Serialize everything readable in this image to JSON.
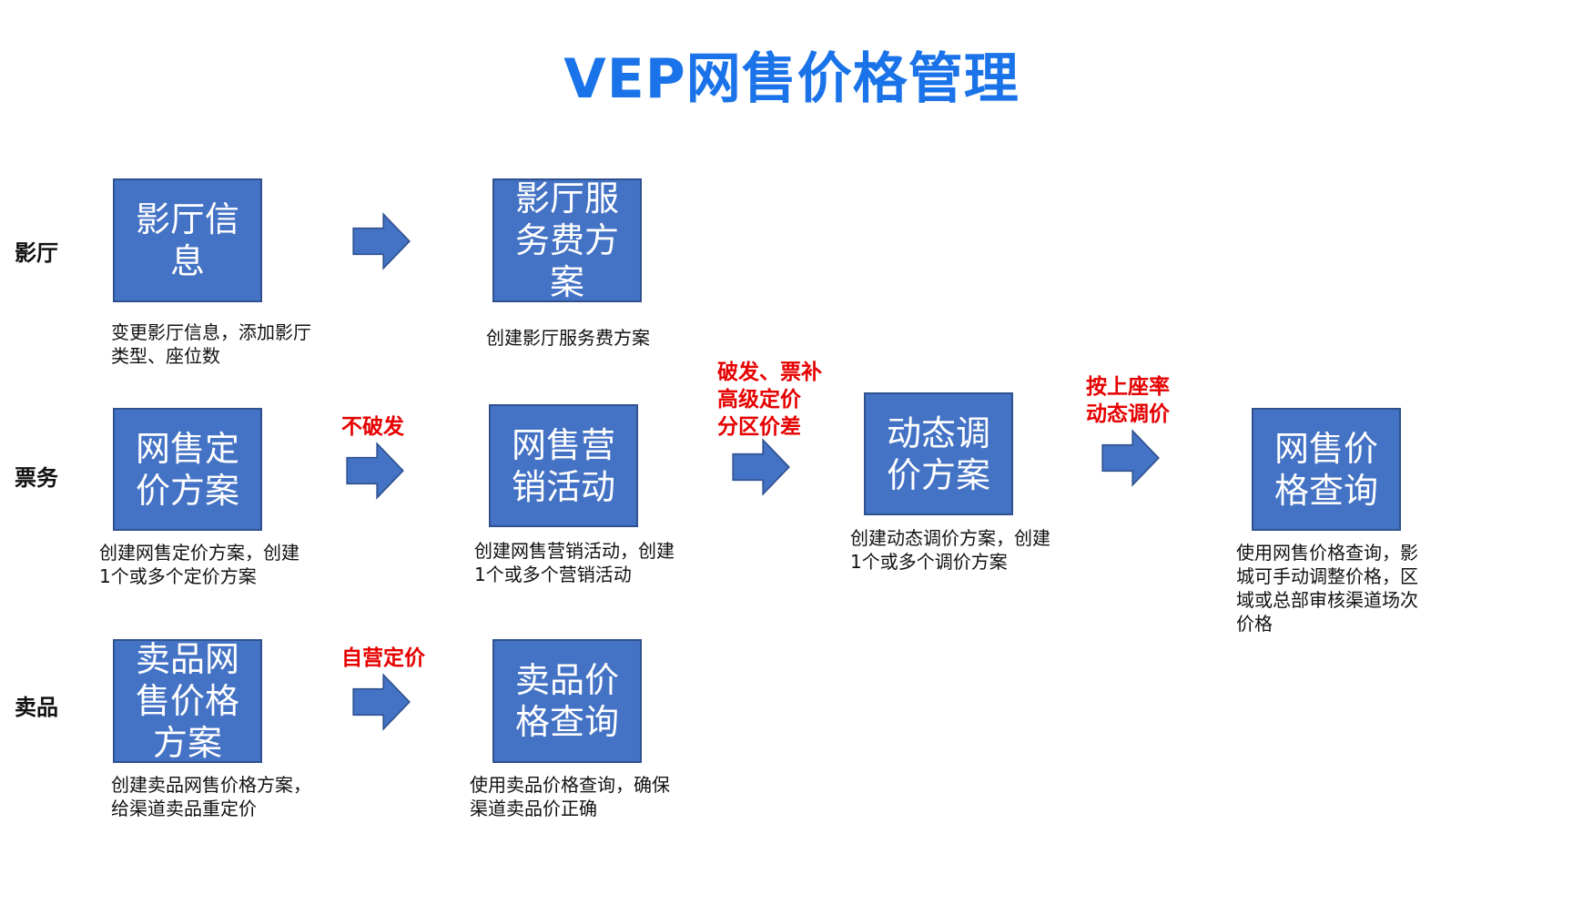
{
  "title": "VEP网售价格管理",
  "rows": {
    "cinema": "影厅",
    "ticket": "票务",
    "goods": "卖品"
  },
  "boxes": {
    "cinema_info": "影厅信息",
    "cinema_service_fee": "影厅服务费方案",
    "online_pricing": "网售定价方案",
    "online_marketing": "网售营销活动",
    "dynamic_pricing": "动态调价方案",
    "online_price_query": "网售价格查询",
    "goods_online_price": "卖品网售价格方案",
    "goods_price_query": "卖品价格查询"
  },
  "descriptions": {
    "cinema_info_line1": "变更影厅信息，添加影厅",
    "cinema_info_line2": "类型、座位数",
    "cinema_service_fee": "创建影厅服务费方案",
    "online_pricing_line1": "创建网售定价方案，创建",
    "online_pricing_line2": "1个或多个定价方案",
    "online_marketing_line1": "创建网售营销活动，创建",
    "online_marketing_line2": "1个或多个营销活动",
    "dynamic_pricing_line1": "创建动态调价方案，创建",
    "dynamic_pricing_line2": "1个或多个调价方案",
    "query_line1": "使用网售价格查询，影",
    "query_line2": "城可手动调整价格，区",
    "query_line3": "域或总部审核渠道场次",
    "query_line4": "价格",
    "goods_online_line1": "创建卖品网售价格方案，",
    "goods_online_line2": "给渠道卖品重定价",
    "goods_query_line1": "使用卖品价格查询，确保",
    "goods_query_line2": "渠道卖品价正确"
  },
  "conditions": {
    "no_break": "不破发",
    "break_line1": "破发、票补",
    "break_line2": "高级定价",
    "break_line3": "分区价差",
    "occupancy_line1": "按上座率",
    "occupancy_line2": "动态调价",
    "self_pricing": "自营定价"
  },
  "colors": {
    "title": "#1a73e8",
    "box_fill": "#4472c4",
    "box_border": "#2f528f",
    "condition": "#e60000"
  }
}
